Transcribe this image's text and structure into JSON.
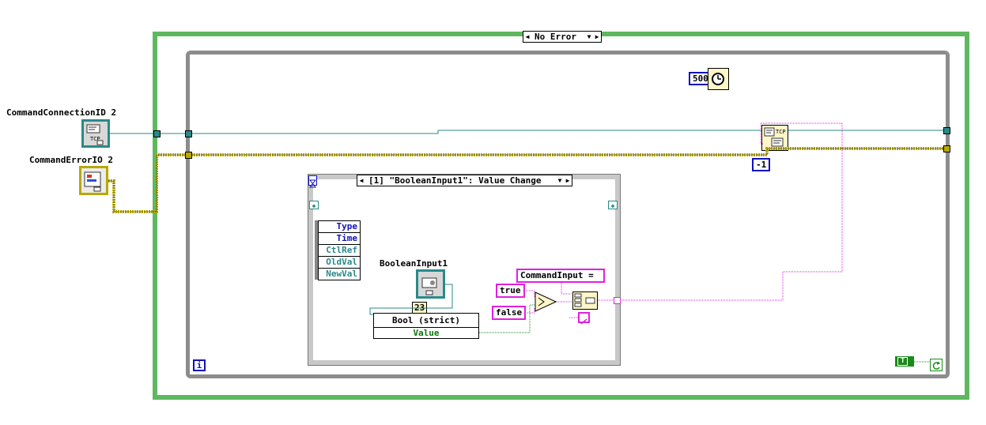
{
  "labels": {
    "command_connection": "CommandConnectionID 2",
    "command_error": "CommandErrorIO 2",
    "boolean_input": "BooleanInput1"
  },
  "case_structure": {
    "selector": "No Error",
    "frame_color": "#5fb85f"
  },
  "event_structure": {
    "selector": "[1] \"BooleanInput1\": Value Change",
    "data_terms": [
      "Type",
      "Time",
      "CtlRef",
      "OldVal",
      "NewVal"
    ]
  },
  "constants": {
    "wait_ms": "500",
    "timeout": "-1",
    "num_23": "23",
    "true_str": "true",
    "false_str": "false",
    "command_prefix": "CommandInput =",
    "bool_true": "T"
  },
  "unbundle": {
    "type_label": "Bool (strict)",
    "field": "Value"
  },
  "icons": {
    "tcp_open": "tcp-connection-icon",
    "error_cluster": "error-cluster-icon",
    "tcp_write": "tcp-write-icon",
    "wait": "wait-ms-icon",
    "select": "select-function-icon",
    "concatenate": "concatenate-strings-icon",
    "stop": "loop-condition-icon",
    "iteration": "iteration-terminal-icon",
    "bool_control": "boolean-control-icon"
  },
  "colors": {
    "reference_wire": "#2a8a8a",
    "error_wire": "#b8a900",
    "string_wire": "#e020e0",
    "bool_wire": "#1a8a1a",
    "numeric": "#1010c0"
  }
}
